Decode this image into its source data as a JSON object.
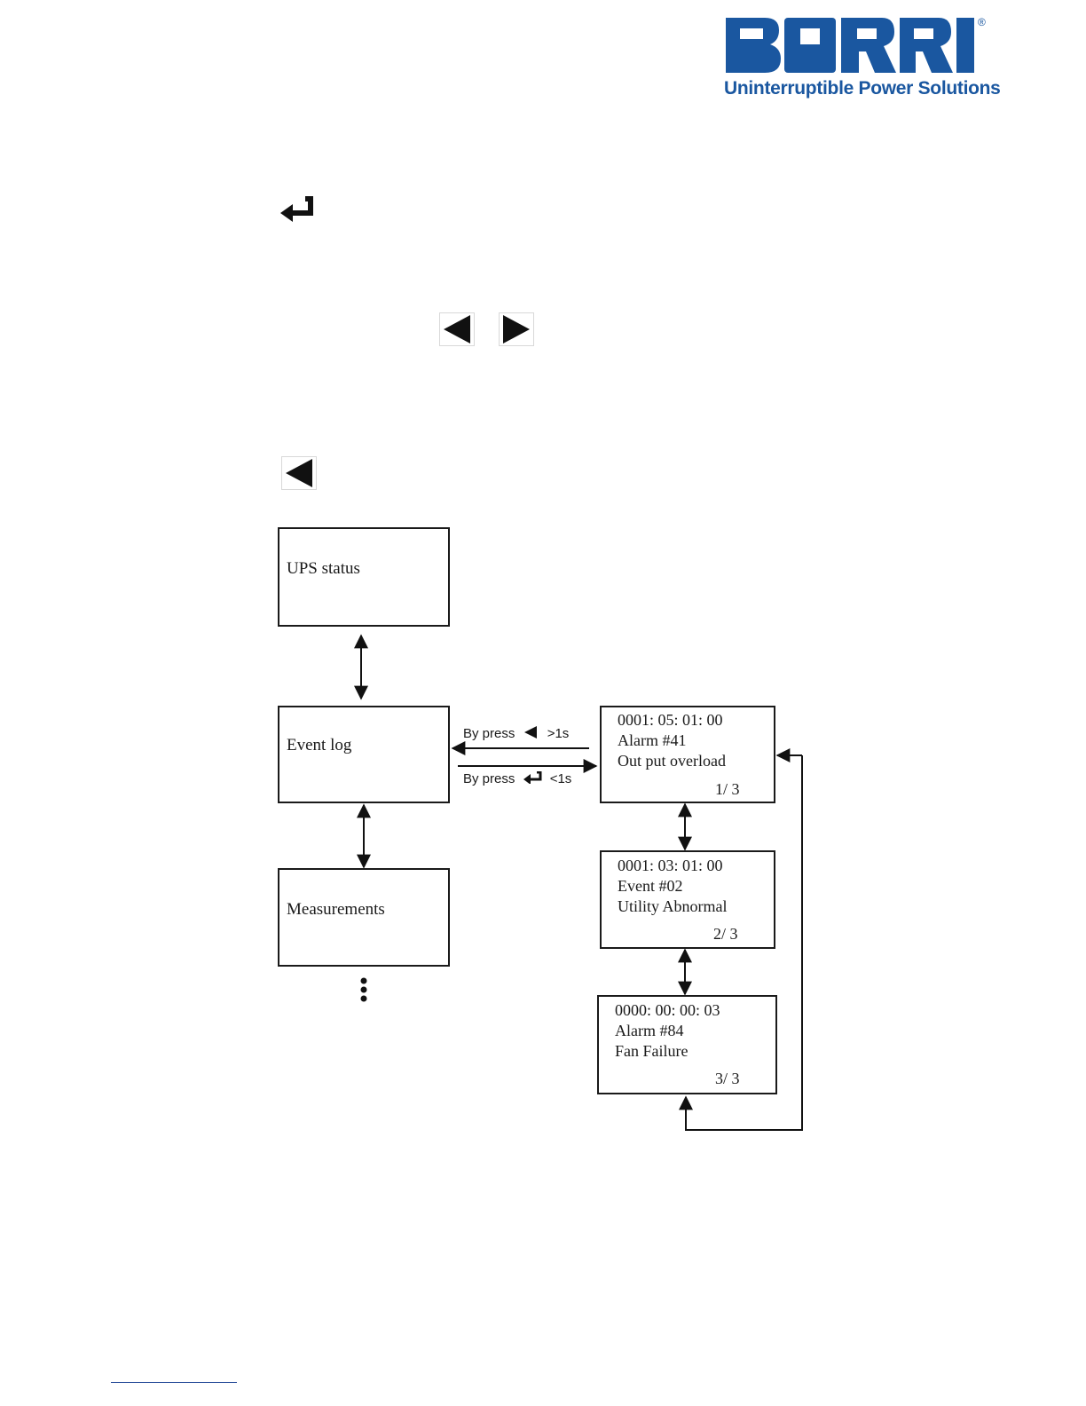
{
  "brand": {
    "wordmark": "BORRI",
    "registered": "®",
    "tagline": "Uninterruptible Power Solutions",
    "color": "#1a57a0"
  },
  "keys": {
    "enter_icon": "enter-key-icon",
    "left_icon": "left-arrow-key-icon",
    "right_icon": "right-arrow-key-icon"
  },
  "menu": [
    {
      "label": "UPS status"
    },
    {
      "label": "Event log"
    },
    {
      "label": "Measurements"
    }
  ],
  "transitions": {
    "back_prefix": "By press",
    "back_suffix": ">1s",
    "enter_prefix": "By press",
    "enter_suffix": "<1s"
  },
  "events": [
    {
      "time": "0001: 05: 01: 00",
      "code": "Alarm #41",
      "description": "Out put  overload",
      "page": "1/ 3"
    },
    {
      "time": "0001: 03: 01: 00",
      "code": "Event  #02",
      "description": "Utility  Abnormal",
      "page": "2/ 3"
    },
    {
      "time": "0000: 00: 00: 03",
      "code": "Alarm #84",
      "description": "Fan  Failure",
      "page": "3/ 3"
    }
  ]
}
